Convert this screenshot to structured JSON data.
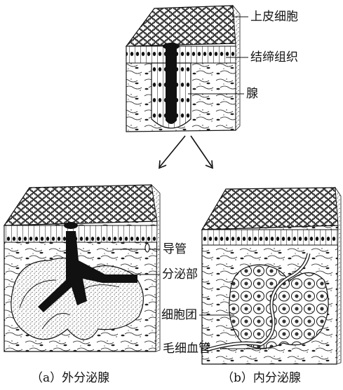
{
  "labels": {
    "epithelium": "上皮细胞",
    "connective_tissue": "结缔组织",
    "gland": "腺",
    "duct": "导管",
    "secretory_part": "分泌部",
    "cell_cluster": "细胞团",
    "capillary": "毛细血管"
  },
  "captions": {
    "exocrine": "（a）外分泌腺",
    "endocrine": "（b）内分泌腺"
  }
}
